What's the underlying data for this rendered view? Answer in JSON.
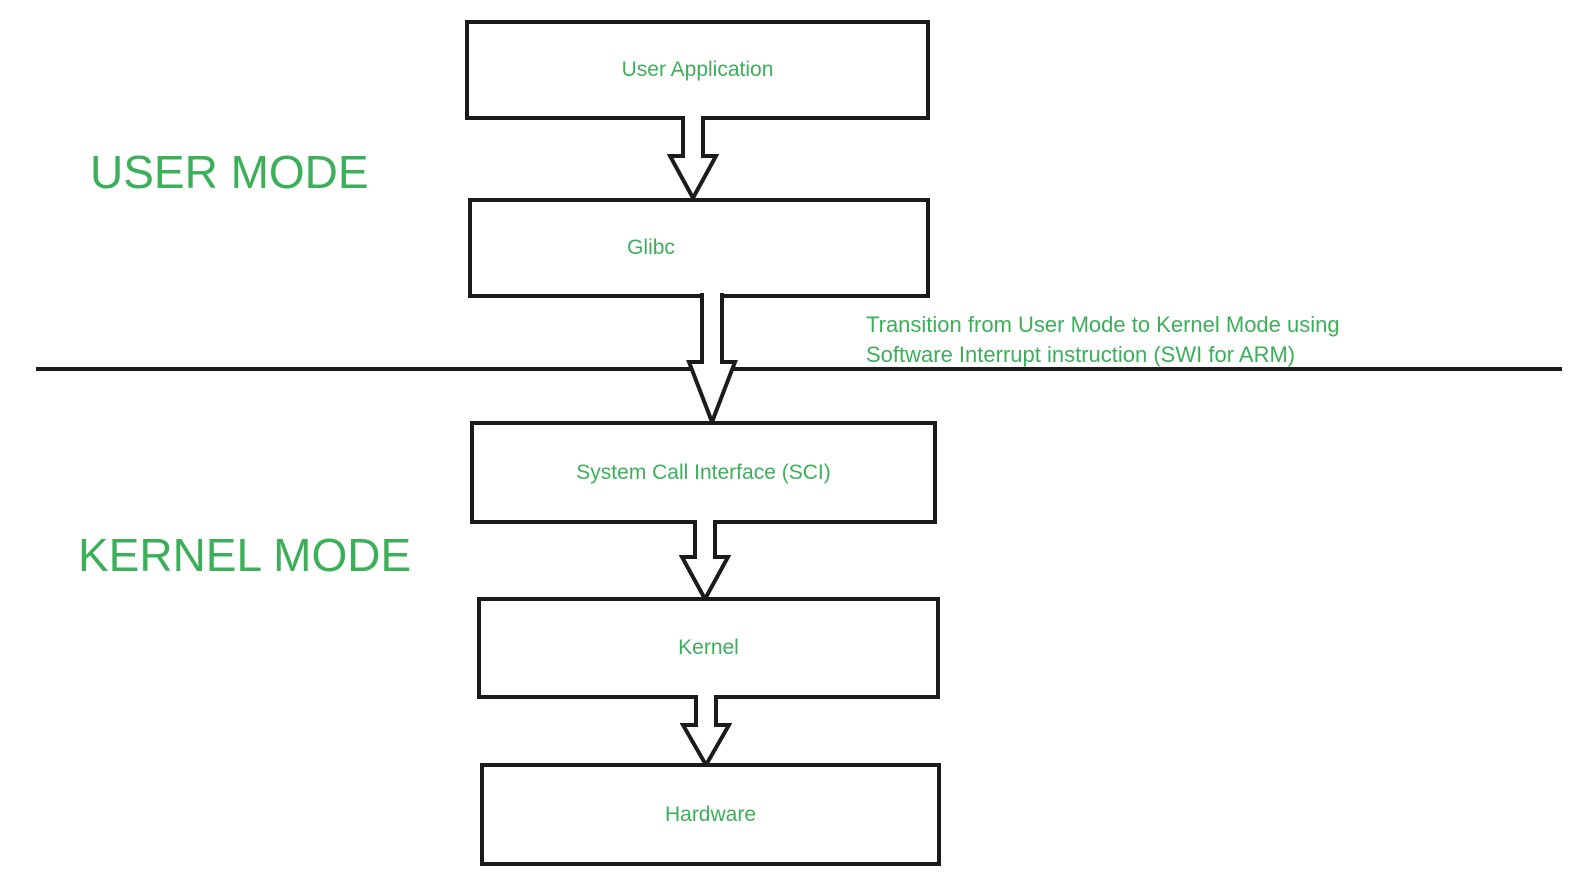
{
  "labels": {
    "user_mode": "USER MODE",
    "kernel_mode": "KERNEL MODE"
  },
  "boxes": {
    "user_application": {
      "label": "User Application"
    },
    "glibc": {
      "label": "Glibc"
    },
    "sci": {
      "label": "System Call Interface (SCI)"
    },
    "kernel": {
      "label": "Kernel"
    },
    "hardware": {
      "label": "Hardware"
    }
  },
  "annotation": {
    "line1": "Transition from User Mode to Kernel Mode using",
    "line2": "Software Interrupt instruction (SWI for ARM)"
  },
  "flow": [
    "User Application",
    "Glibc",
    "System Call Interface (SCI)",
    "Kernel",
    "Hardware"
  ],
  "colors": {
    "text_green": "#3CAF5A",
    "line_black": "#1b1b1b",
    "background": "#FFFFFF"
  }
}
